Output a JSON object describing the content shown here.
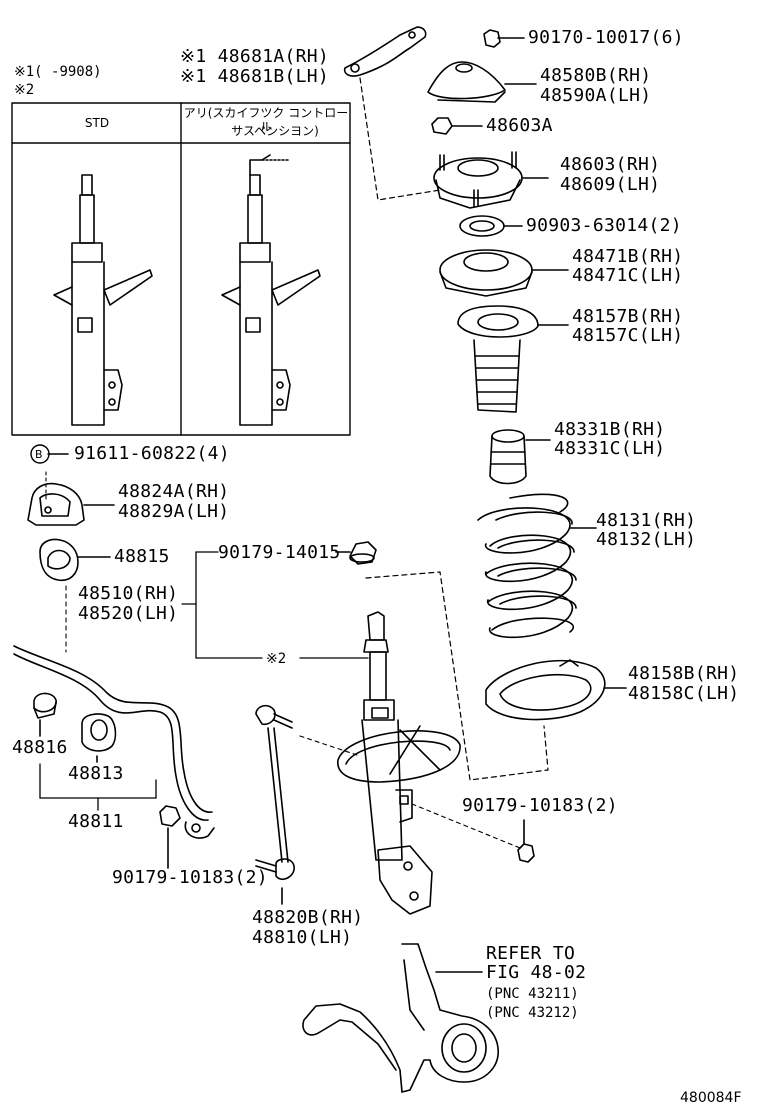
{
  "notes": {
    "note1": "※1(      -9908)",
    "note2": "※2"
  },
  "inset": {
    "std_label": "STD",
    "alt_label_l1": "アリ(スカイフツク コントロール",
    "alt_label_l2": "サスペンシヨン)"
  },
  "parts": {
    "p48681a": "※1 48681A(RH)",
    "p48681b": "※1 48681B(LH)",
    "p90170": "90170-10017(6)",
    "p48580b": "48580B(RH)",
    "p48590a": "48590A(LH)",
    "p48603a": "48603A",
    "p48603": "48603(RH)",
    "p48609": "48609(LH)",
    "p90903": "90903-63014(2)",
    "p48471b": "48471B(RH)",
    "p48471c": "48471C(LH)",
    "p48157b": "48157B(RH)",
    "p48157c": "48157C(LH)",
    "p48331b": "48331B(RH)",
    "p48331c": "48331C(LH)",
    "p91611": "91611-60822(4)",
    "p48824a": "48824A(RH)",
    "p48829a": "48829A(LH)",
    "p48131": "48131(RH)",
    "p48132": "48132(LH)",
    "p48815": "48815",
    "p90179_14015": "90179-14015",
    "p48510": "48510(RH)",
    "p48520": "48520(LH)",
    "note2_ref": "※2",
    "p48158b": "48158B(RH)",
    "p48158c": "48158C(LH)",
    "p48816": "48816",
    "p48813": "48813",
    "p48811": "48811",
    "p90179_10183_r": "90179-10183(2)",
    "p90179_10183_l": "90179-10183(2)",
    "p48820b": "48820B(RH)",
    "p48810": "48810(LH)",
    "b_marker": "B"
  },
  "refer": {
    "line1": "REFER TO",
    "line2": "FIG 48-02",
    "line3": "(PNC 43211)",
    "line4": "(PNC 43212)"
  },
  "figure_id": "480084F"
}
